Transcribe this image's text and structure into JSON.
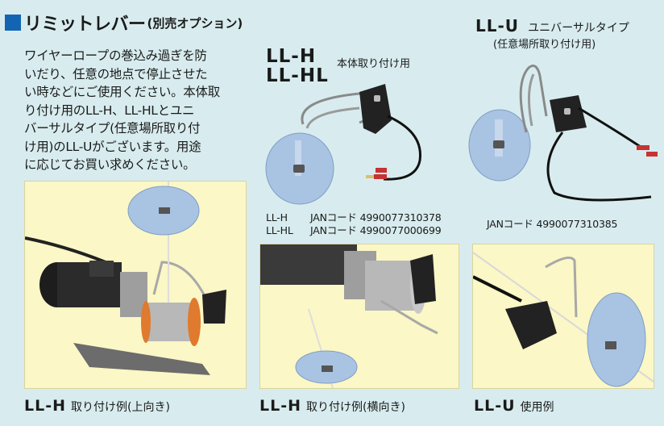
{
  "title": {
    "main": "リミットレバー",
    "sub": "(別売オプション)"
  },
  "description": [
    "ワイヤーロープの巻込み過ぎを防",
    "いだり、任意の地点で停止させた",
    "い時などにご使用ください。本体取",
    "り付け用のLL-H、LL-HLとユニ",
    "バーサルタイプ(任意場所取り付",
    "け用)のLL-Uがございます。用途",
    "に応じてお買い求めください。"
  ],
  "product_h": {
    "model_1": "LL-H",
    "model_2": "LL-HL",
    "usage": "本体取り付け用",
    "jan_rows": [
      {
        "model": "LL-H",
        "label": "JANコード",
        "code": "4990077310378"
      },
      {
        "model": "LL-HL",
        "label": "JANコード",
        "code": "4990077000699"
      }
    ]
  },
  "product_u": {
    "model": "LL-U",
    "type": "ユニバーサルタイプ",
    "usage": "(任意場所取り付け用)",
    "jan_label": "JANコード",
    "jan_code": "4990077310385"
  },
  "captions": [
    {
      "model": "LL-H",
      "text": "取り付け例(上向き)"
    },
    {
      "model": "LL-H",
      "text": "取り付け例(横向き)"
    },
    {
      "model": "LL-U",
      "text": "使用例"
    }
  ],
  "colors": {
    "background": "#d8ecef",
    "panel": "#fbf7c6",
    "accent": "#1464b4"
  }
}
